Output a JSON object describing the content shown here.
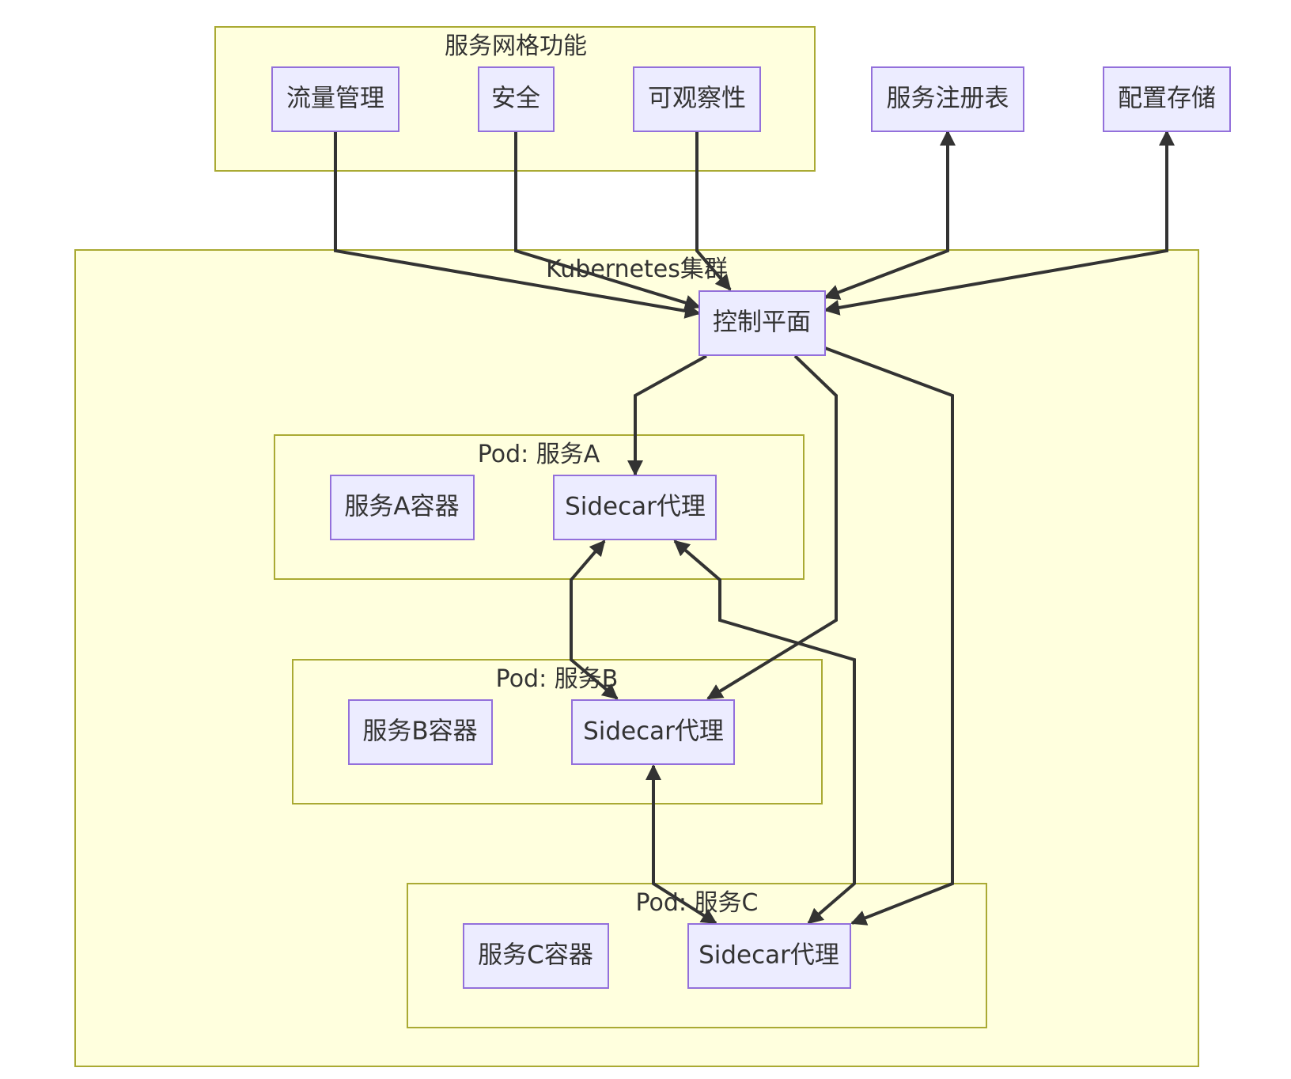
{
  "clusters": {
    "mesh_features": "服务网格功能",
    "k8s": "Kubernetes集群",
    "pod_a": "Pod: 服务A",
    "pod_b": "Pod: 服务B",
    "pod_c": "Pod: 服务C"
  },
  "nodes": {
    "traffic": "流量管理",
    "security": "安全",
    "observability": "可观察性",
    "registry": "服务注册表",
    "config": "配置存储",
    "control_plane": "控制平面",
    "svc_a": "服务A容器",
    "sidecar_a": "Sidecar代理",
    "svc_b": "服务B容器",
    "sidecar_b": "Sidecar代理",
    "svc_c": "服务C容器",
    "sidecar_c": "Sidecar代理"
  },
  "colors": {
    "cluster_fill": "#ffffde",
    "cluster_stroke": "#aaaa33",
    "node_fill": "#ececff",
    "node_stroke": "#9370db",
    "edge": "#333333"
  }
}
